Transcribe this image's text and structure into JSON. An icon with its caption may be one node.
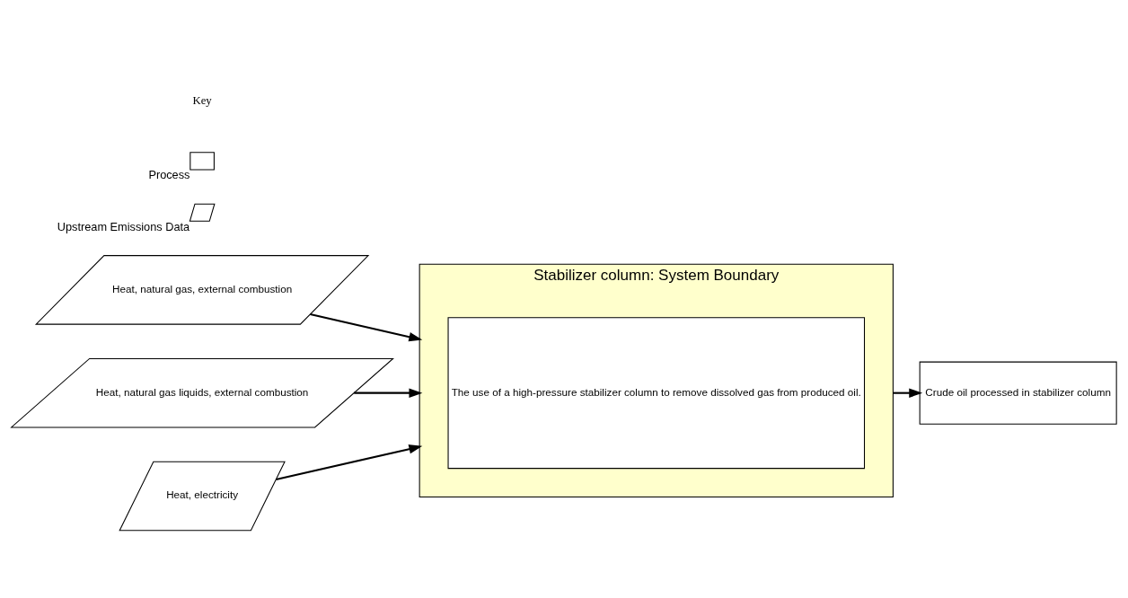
{
  "diagram": {
    "nodes": [
      {
        "text": [
          "Stabilizer column: System Boundary"
        ]
      },
      {
        "text": [
          "The use of a high-pressure stabilizer column to remove dissolved gas from produced oil."
        ],
        "in": 0
      },
      {
        "text": [
          "Heat, natural gas, external combustion"
        ]
      },
      {
        "text": [
          "Heat, natural gas liquids, external combustion"
        ]
      },
      {
        "text": [
          "Heat, electricity"
        ]
      },
      {
        "text": [
          "Crude oil processed in stabilizer column"
        ]
      }
    ],
    "edges": [
      {
        "from": 2,
        "to": 0,
        "arrow": "to"
      },
      {
        "from": 3,
        "to": 0,
        "arrow": "to"
      },
      {
        "from": 4,
        "to": 0,
        "arrow": "to"
      },
      {
        "from": 0,
        "to": 5,
        "arrow": "to"
      }
    ],
    "labels": [
      "Key"
    ],
    "legend": [
      {
        "text": "Process"
      },
      {
        "text": "Upstream Emissions Data"
      }
    ]
  }
}
